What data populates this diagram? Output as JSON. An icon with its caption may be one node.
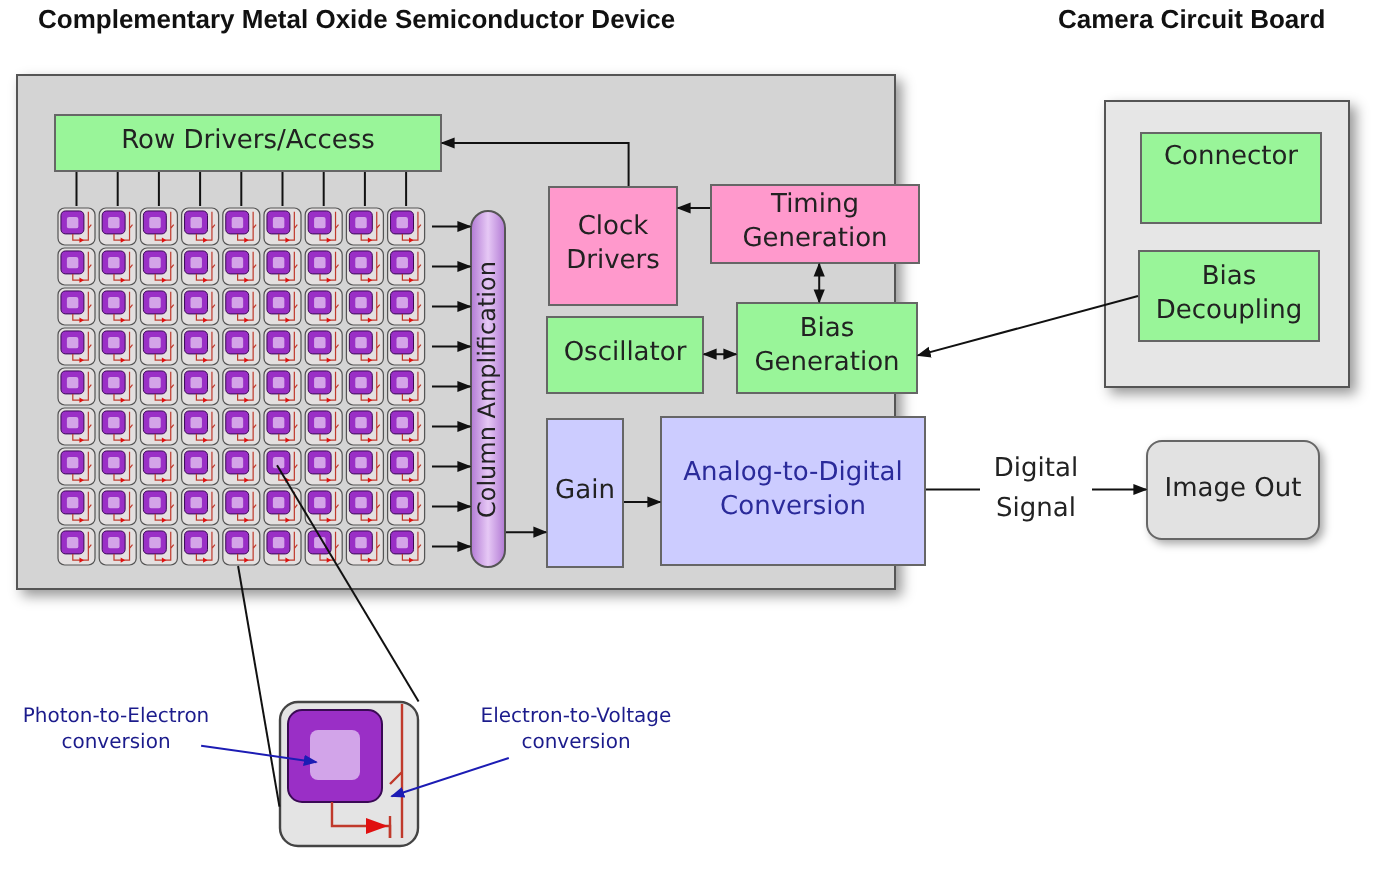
{
  "diagram": {
    "nodes": [
      {
        "text": [
          "Complementary Metal Oxide Semiconductor Device"
        ]
      },
      {
        "text": [
          "Row Drivers/Access"
        ],
        "in": 0
      },
      {
        "text": [
          "Clock Drivers"
        ],
        "in": 0
      },
      {
        "text": [
          "Timing Generation"
        ],
        "in": 0
      },
      {
        "text": [
          "Oscillator"
        ],
        "in": 0
      },
      {
        "text": [
          "Bias Generation"
        ],
        "in": 0
      },
      {
        "text": [
          "Column Amplification"
        ],
        "in": 0
      },
      {
        "text": [
          "Gain"
        ],
        "in": 0
      },
      {
        "text": [
          "Analog-to-Digital Conversion"
        ],
        "in": 0
      },
      {
        "text": [
          "Camera Circuit Board"
        ]
      },
      {
        "text": [
          "Connector"
        ],
        "in": 9
      },
      {
        "text": [
          "Bias Decoupling"
        ],
        "in": 9
      },
      {
        "text": [
          "Image Out"
        ]
      },
      {
        "text": [],
        "shape": "picture",
        "in": 0
      },
      {
        "text": [],
        "shape": "picture"
      },
      {
        "text": [
          "Photon-to-Electron conversion"
        ]
      },
      {
        "text": [
          "Electron-to-Voltage conversion"
        ]
      }
    ],
    "edges": [
      {
        "from": 2,
        "to": 1,
        "arrow": "to"
      },
      {
        "from": 3,
        "to": 2,
        "arrow": "to"
      },
      {
        "from": 3,
        "to": 5,
        "arrow": "both"
      },
      {
        "from": 4,
        "to": 5,
        "arrow": "both"
      },
      {
        "from": 11,
        "to": 5,
        "arrow": "to"
      },
      {
        "from": 6,
        "to": 7,
        "arrow": "to"
      },
      {
        "from": 7,
        "to": 8,
        "arrow": "to"
      },
      {
        "from": 8,
        "to": 12,
        "arrow": "to",
        "label": "Digital Signal"
      },
      {
        "from": 1,
        "to": 13,
        "arrow": "none"
      },
      {
        "from": 1,
        "to": 13,
        "arrow": "none"
      },
      {
        "from": 1,
        "to": 13,
        "arrow": "none"
      },
      {
        "from": 1,
        "to": 13,
        "arrow": "none"
      },
      {
        "from": 1,
        "to": 13,
        "arrow": "none"
      },
      {
        "from": 1,
        "to": 13,
        "arrow": "none"
      },
      {
        "from": 1,
        "to": 13,
        "arrow": "none"
      },
      {
        "from": 1,
        "to": 13,
        "arrow": "none"
      },
      {
        "from": 1,
        "to": 13,
        "arrow": "none"
      },
      {
        "from": 13,
        "to": 6,
        "arrow": "to"
      },
      {
        "from": 13,
        "to": 6,
        "arrow": "to"
      },
      {
        "from": 13,
        "to": 6,
        "arrow": "to"
      },
      {
        "from": 13,
        "to": 6,
        "arrow": "to"
      },
      {
        "from": 13,
        "to": 6,
        "arrow": "to"
      },
      {
        "from": 13,
        "to": 6,
        "arrow": "to"
      },
      {
        "from": 13,
        "to": 6,
        "arrow": "to"
      },
      {
        "from": 13,
        "to": 6,
        "arrow": "to"
      },
      {
        "from": 13,
        "to": 6,
        "arrow": "to"
      },
      {
        "from": 13,
        "to": 14,
        "arrow": "none"
      },
      {
        "from": 13,
        "to": 14,
        "arrow": "none"
      },
      {
        "from": 15,
        "to": 14,
        "arrow": "to",
        "color": "#1c1cb4"
      },
      {
        "from": 16,
        "to": 14,
        "arrow": "to",
        "color": "#1c1cb4"
      }
    ]
  }
}
